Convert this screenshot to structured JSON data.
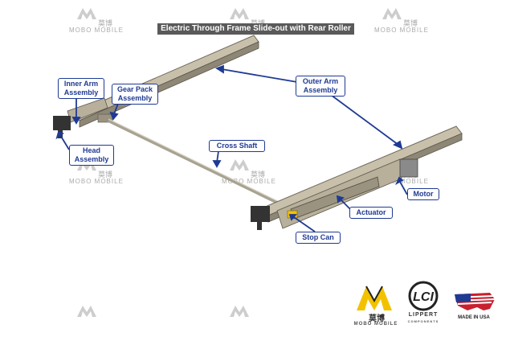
{
  "title": "Electric Through Frame Slide-out with Rear Roller",
  "callouts": {
    "inner_arm": [
      "Inner Arm",
      "Assembly"
    ],
    "gear_pack": [
      "Gear Pack",
      "Assembly"
    ],
    "outer_arm": [
      "Outer Arm",
      "Assembly"
    ],
    "cross_shaft": "Cross Shaft",
    "head": [
      "Head",
      "Assembly"
    ],
    "motor": "Motor",
    "actuator": "Actuator",
    "stop_can": "Stop Can"
  },
  "watermark": {
    "brand": "MOBO MOBILE",
    "cn": "莫博"
  },
  "logos": {
    "mobo": {
      "brand": "MOBO MOBILE",
      "cn": "莫博"
    },
    "lippert": {
      "name": "LIPPERT",
      "sub": "COMPONENTS"
    },
    "usa": {
      "text": "MADE IN USA"
    }
  },
  "colors": {
    "callout": "#1f3a93",
    "rail": "#c8c0aa",
    "shadow": "#6e6a5e",
    "yellow": "#f2c200"
  }
}
